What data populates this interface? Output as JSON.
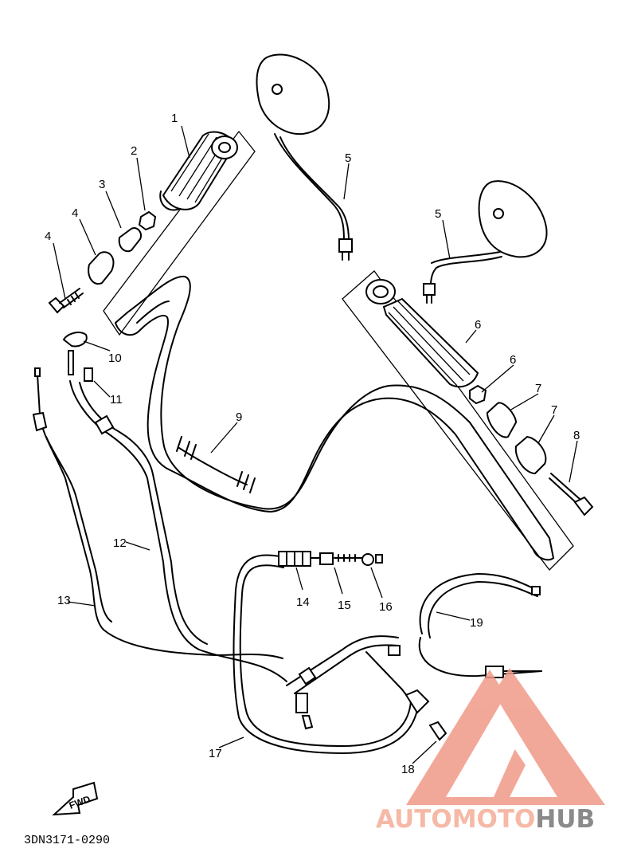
{
  "diagram": {
    "document_code": "3DN3171-0290",
    "direction_badge": "FWD",
    "callouts": [
      "1",
      "2",
      "3",
      "4",
      "4",
      "5",
      "5",
      "6",
      "6",
      "7",
      "7",
      "8",
      "9",
      "10",
      "11",
      "12",
      "13",
      "14",
      "15",
      "16",
      "17",
      "18",
      "19"
    ]
  },
  "watermark": {
    "part1": "AUTOMOTO",
    "part2": "HUB",
    "colors": {
      "light": "#f6b9a6",
      "dark": "#8a8a8a",
      "logo": "#f09a88"
    }
  }
}
